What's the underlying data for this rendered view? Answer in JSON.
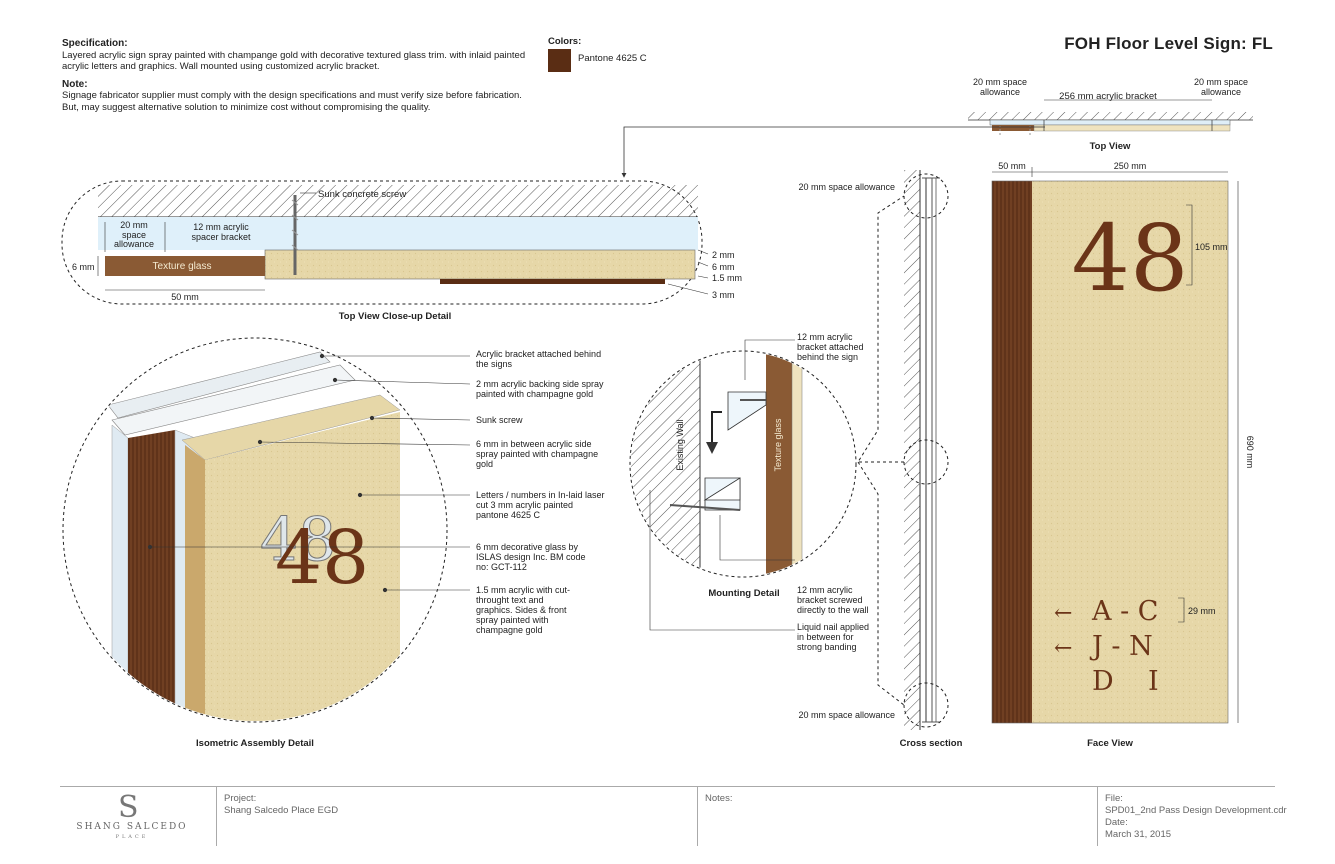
{
  "specification": {
    "heading": "Specification:",
    "text": "Layered acrylic sign spray painted with champange gold with decorative textured glass trim. with inlaid painted acrylic letters and graphics. Wall mounted using customized acrylic bracket.",
    "note_heading": "Note:",
    "note_text": "Signage fabricator supplier must comply with the design specifications and must verify size before fabrication. But, may suggest alternative solution to minimize cost without compromising the quality."
  },
  "colors": {
    "heading": "Colors:",
    "swatch_name": "Pantone 4625 C",
    "swatch_hex": "#5a2d14"
  },
  "title": "FOH Floor Level Sign: FL",
  "top_view": {
    "label": "Top View",
    "left_space": "20 mm space allowance",
    "right_space": "20 mm space allowance",
    "bracket": "256 mm acrylic bracket"
  },
  "closeup": {
    "label": "Top View Close-up Detail",
    "screw": "Sunk  concrete screw",
    "space": "20 mm space allowance",
    "spacer": "12 mm acrylic spacer bracket",
    "texture_glass": "Texture glass",
    "depth": "6 mm",
    "width": "50 mm",
    "dims": [
      "2 mm",
      "6 mm",
      "1.5 mm",
      "3 mm"
    ]
  },
  "isometric": {
    "label": "Isometric Assembly Detail",
    "number": "48",
    "callouts": [
      "Acrylic bracket attached behind the signs",
      "2 mm acrylic backing side spray painted with champagne gold",
      "Sunk screw",
      "6 mm in between acrylic side spray painted with champagne gold",
      "Letters / numbers in In-laid laser cut 3 mm acrylic painted pantone 4625 C",
      "6 mm decorative glass by ISLAS design Inc. BM code no: GCT-112",
      "1.5 mm acrylic with cut-throught text and graphics. Sides & front spray painted with champagne gold"
    ]
  },
  "mounting": {
    "label": "Mounting Detail",
    "wall": "Existing Wall",
    "glass": "Texture glass",
    "callouts": [
      "12 mm acrylic bracket attached behind the sign",
      "12 mm acrylic bracket screwed directly to the wall",
      "Liquid nail applied in between for strong banding"
    ]
  },
  "cross_section": {
    "label": "Cross section",
    "top": "20 mm space allowance",
    "bottom": "20 mm space allowance"
  },
  "face_view": {
    "label": "Face View",
    "number": "48",
    "width_left": "50 mm",
    "width_main": "250 mm",
    "height": "690 mm",
    "number_height": "105 mm",
    "letter_height": "29 mm",
    "rows": [
      "A - C",
      "J - N",
      "D    I"
    ]
  },
  "footer": {
    "brand": "SHANG SALCEDO",
    "brand_sub": "PLACE",
    "project_label": "Project:",
    "project": "Shang Salcedo Place EGD",
    "notes_label": "Notes:",
    "file_label": "File:",
    "file": "SPD01_2nd Pass Design Development.cdr",
    "date_label": "Date:",
    "date": "March 31, 2015"
  }
}
